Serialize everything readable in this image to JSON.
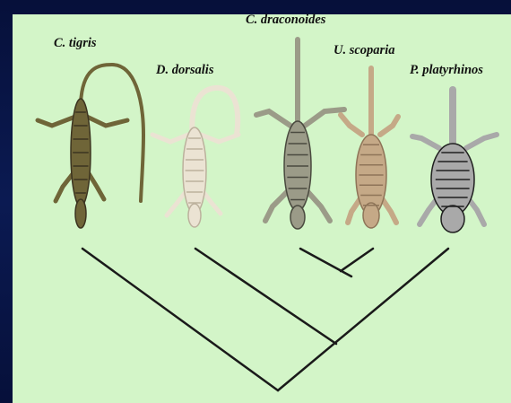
{
  "taxa": [
    {
      "label": "C. tigris",
      "icon": "lizard-c-tigris-icon",
      "color": "#6f6538",
      "pattern": "#3c3420"
    },
    {
      "label": "D. dorsalis",
      "icon": "lizard-d-dorsalis-icon",
      "color": "#ebe3d3",
      "pattern": "#bcb19d"
    },
    {
      "label": "C. draconoides",
      "icon": "lizard-c-draconoides-icon",
      "color": "#9b9b88",
      "pattern": "#4a4a3f"
    },
    {
      "label": "U. scoparia",
      "icon": "lizard-u-scoparia-icon",
      "color": "#c5a987",
      "pattern": "#8e7458"
    },
    {
      "label": "P. platyrhinos",
      "icon": "lizard-p-platyrhinos-icon",
      "color": "#a9a9a9",
      "pattern": "#202020"
    }
  ],
  "colors": {
    "background": "#0a1540",
    "panel": "#d3f5c8",
    "branch": "#1a1a1a"
  }
}
